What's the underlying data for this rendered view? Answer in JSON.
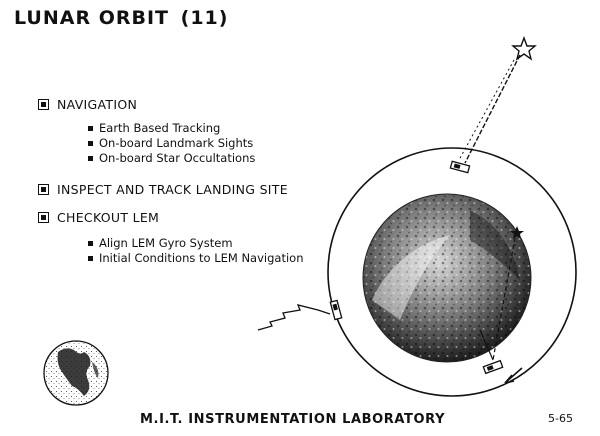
{
  "title": {
    "main": "LUNAR ORBIT",
    "number": "(11)"
  },
  "sections": [
    {
      "label": "NAVIGATION",
      "items": [
        "Earth Based Tracking",
        "On-board Landmark Sights",
        "On-board Star Occultations"
      ]
    },
    {
      "label": "INSPECT AND TRACK LANDING SITE",
      "items": []
    },
    {
      "label": "CHECKOUT LEM",
      "items": [
        "Align LEM Gyro System",
        "Initial Conditions to LEM Navigation"
      ]
    }
  ],
  "footer": {
    "lab": "M.I.T. INSTRUMENTATION LABORATORY",
    "page": "5-65"
  },
  "icons": [
    "star-icon",
    "spacecraft-icon",
    "moon",
    "earth",
    "radio-signal",
    "orbit"
  ]
}
